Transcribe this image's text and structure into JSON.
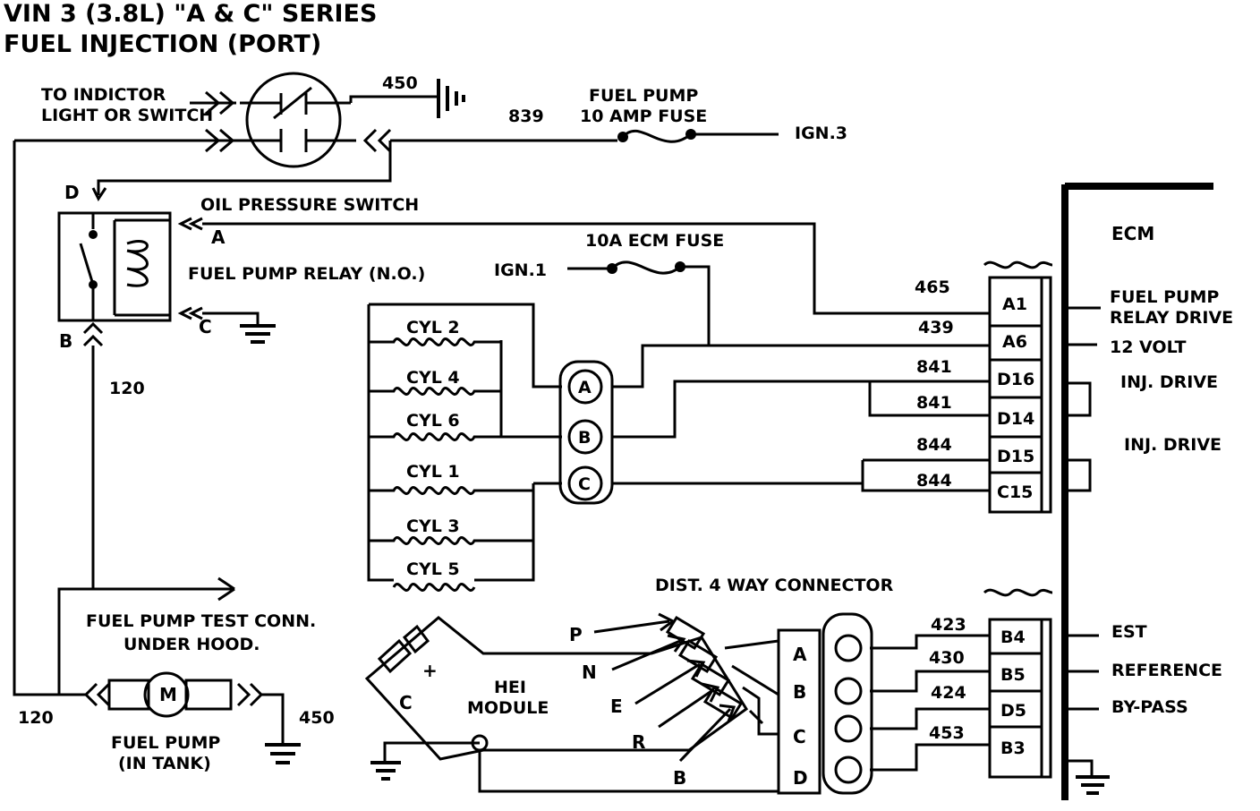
{
  "title": {
    "line1": "VIN 3 (3.8L) \"A & C\" SERIES",
    "line2": "FUEL INJECTION (PORT)"
  },
  "labels": {
    "to_indicator_1": "TO INDICTOR",
    "to_indicator_2": "LIGHT OR SWITCH",
    "wire_450_top": "450",
    "wire_839": "839",
    "fuse_10a_1": "FUEL PUMP",
    "fuse_10a_2": "10 AMP FUSE",
    "ign3": "IGN.3",
    "oil_pressure_switch": "OIL PRESSURE SWITCH",
    "relay_d": "D",
    "relay_a": "A",
    "relay_b": "B",
    "relay_c": "C",
    "fuel_pump_relay": "FUEL PUMP RELAY (N.O.)",
    "ecm_fuse": "10A ECM FUSE",
    "ign1": "IGN.1",
    "wire_120_mid": "120",
    "wire_120_bottom": "120",
    "wire_450_bottom": "450",
    "test_conn_1": "FUEL PUMP TEST CONN.",
    "test_conn_2": "UNDER HOOD.",
    "fuel_pump_1": "FUEL PUMP",
    "fuel_pump_2": "(IN TANK)",
    "motor": "M",
    "ecm": "ECM",
    "hei_1": "HEI",
    "hei_2": "MODULE",
    "hei_c": "C",
    "hei_plus": "+",
    "dist_connector": "DIST. 4 WAY CONNECTOR",
    "lead_p": "P",
    "lead_n": "N",
    "lead_e": "E",
    "lead_r": "R",
    "lead_b": "B"
  },
  "injectors": [
    "CYL 2",
    "CYL 4",
    "CYL 6",
    "CYL 1",
    "CYL 3",
    "CYL 5"
  ],
  "injector_connector_pins": [
    "A",
    "B",
    "C"
  ],
  "ecm_upper_pins": [
    "A1",
    "A6",
    "D16",
    "D14",
    "D15",
    "C15"
  ],
  "ecm_upper_wires": [
    "465",
    "439",
    "841",
    "841",
    "844",
    "844"
  ],
  "ecm_upper_functions": {
    "relay_drive_1": "FUEL PUMP",
    "relay_drive_2": "RELAY DRIVE",
    "volt12": "12 VOLT",
    "inj_drive_1": "INJ. DRIVE",
    "inj_drive_2": "INJ. DRIVE"
  },
  "dist_connector_pins": [
    "A",
    "B",
    "C",
    "D"
  ],
  "ecm_lower_pins": [
    "B4",
    "B5",
    "D5",
    "B3"
  ],
  "ecm_lower_wires": [
    "423",
    "430",
    "424",
    "453"
  ],
  "ecm_lower_functions": [
    "EST",
    "REFERENCE",
    "BY-PASS"
  ]
}
